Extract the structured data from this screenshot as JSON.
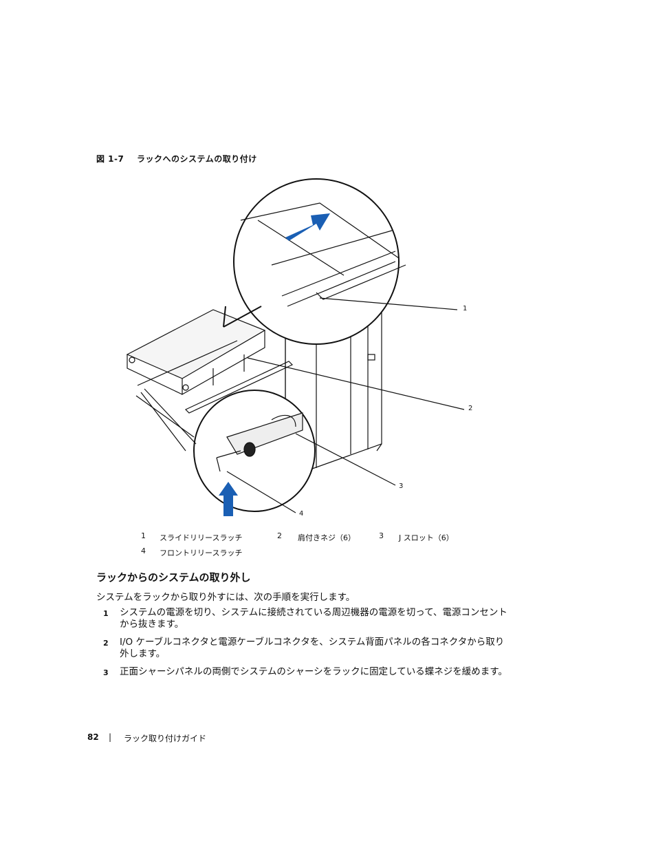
{
  "figure": {
    "number": "図 1-7",
    "title": "ラックへのシステムの取り付け",
    "callouts": [
      "1",
      "2",
      "3",
      "4"
    ]
  },
  "legend": [
    {
      "num": "1",
      "text": "スライドリリースラッチ"
    },
    {
      "num": "2",
      "text": "肩付きネジ（6）"
    },
    {
      "num": "3",
      "text": "J スロット（6）"
    },
    {
      "num": "4",
      "text": "フロントリリースラッチ"
    }
  ],
  "section": {
    "title": "ラックからのシステムの取り外し",
    "intro": "システムをラックから取り外すには、次の手順を実行します。",
    "steps": [
      {
        "num": "1",
        "line1": "システムの電源を切り、システムに接続されている周辺機器の電源を切って、電源コンセント",
        "line2": "から抜きます。"
      },
      {
        "num": "2",
        "line1": "I/O ケーブルコネクタと電源ケーブルコネクタを、システム背面パネルの各コネクタから取り",
        "line2": "外します。"
      },
      {
        "num": "3",
        "line1": "正面シャーシパネルの両側でシステムのシャーシをラックに固定している蝶ネジを緩めます。",
        "line2": ""
      }
    ]
  },
  "footer": {
    "page": "82",
    "separator": "|",
    "title": "ラック取り付けガイド"
  },
  "colors": {
    "arrow": "#1a5fb4",
    "line": "#111111"
  }
}
